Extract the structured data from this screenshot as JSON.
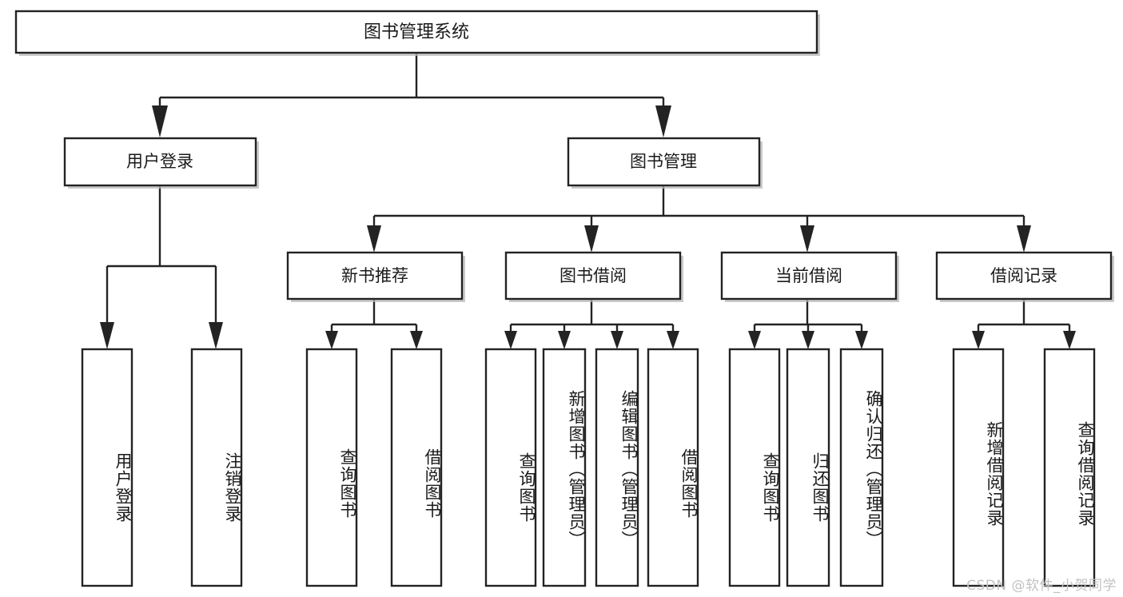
{
  "diagram": {
    "type": "tree",
    "title": "图书管理系统",
    "root": {
      "id": "root",
      "label": "图书管理系统"
    },
    "level2": [
      {
        "id": "user-login",
        "label": "用户登录"
      },
      {
        "id": "book-manage",
        "label": "图书管理"
      }
    ],
    "level3": [
      {
        "id": "new-book-rec",
        "label": "新书推荐",
        "parent": "book-manage"
      },
      {
        "id": "book-borrow",
        "label": "图书借阅",
        "parent": "book-manage"
      },
      {
        "id": "current-borrow",
        "label": "当前借阅",
        "parent": "book-manage"
      },
      {
        "id": "borrow-record",
        "label": "借阅记录",
        "parent": "book-manage"
      }
    ],
    "leaves": [
      {
        "id": "leaf-user-login",
        "label": "用户登录",
        "parent": "user-login"
      },
      {
        "id": "leaf-user-logout",
        "label": "注销登录",
        "parent": "user-login"
      },
      {
        "id": "leaf-query-book-1",
        "label": "查询图书",
        "parent": "new-book-rec"
      },
      {
        "id": "leaf-borrow-book-1",
        "label": "借阅图书",
        "parent": "new-book-rec"
      },
      {
        "id": "leaf-query-book-2",
        "label": "查询图书",
        "parent": "book-borrow"
      },
      {
        "id": "leaf-add-book",
        "label": "新增图书（管理员）",
        "parent": "book-borrow"
      },
      {
        "id": "leaf-edit-book",
        "label": "编辑图书（管理员）",
        "parent": "book-borrow"
      },
      {
        "id": "leaf-borrow-book-2",
        "label": "借阅图书",
        "parent": "book-borrow"
      },
      {
        "id": "leaf-query-book-3",
        "label": "查询图书",
        "parent": "current-borrow"
      },
      {
        "id": "leaf-return-book",
        "label": "归还图书",
        "parent": "current-borrow"
      },
      {
        "id": "leaf-confirm-return",
        "label": "确认归还（管理员）",
        "parent": "current-borrow"
      },
      {
        "id": "leaf-add-record",
        "label": "新增借阅记录",
        "parent": "borrow-record"
      },
      {
        "id": "leaf-query-record",
        "label": "查询借阅记录",
        "parent": "borrow-record"
      }
    ],
    "colors": {
      "box_stroke": "#232323",
      "box_fill": "#ffffff",
      "connector": "#232323",
      "shadow": "#b8b8b8",
      "text": "#1a1a1a",
      "watermark": "#c2c2c2"
    }
  },
  "watermark": {
    "text": "CSDN @软件_小贺同学"
  }
}
